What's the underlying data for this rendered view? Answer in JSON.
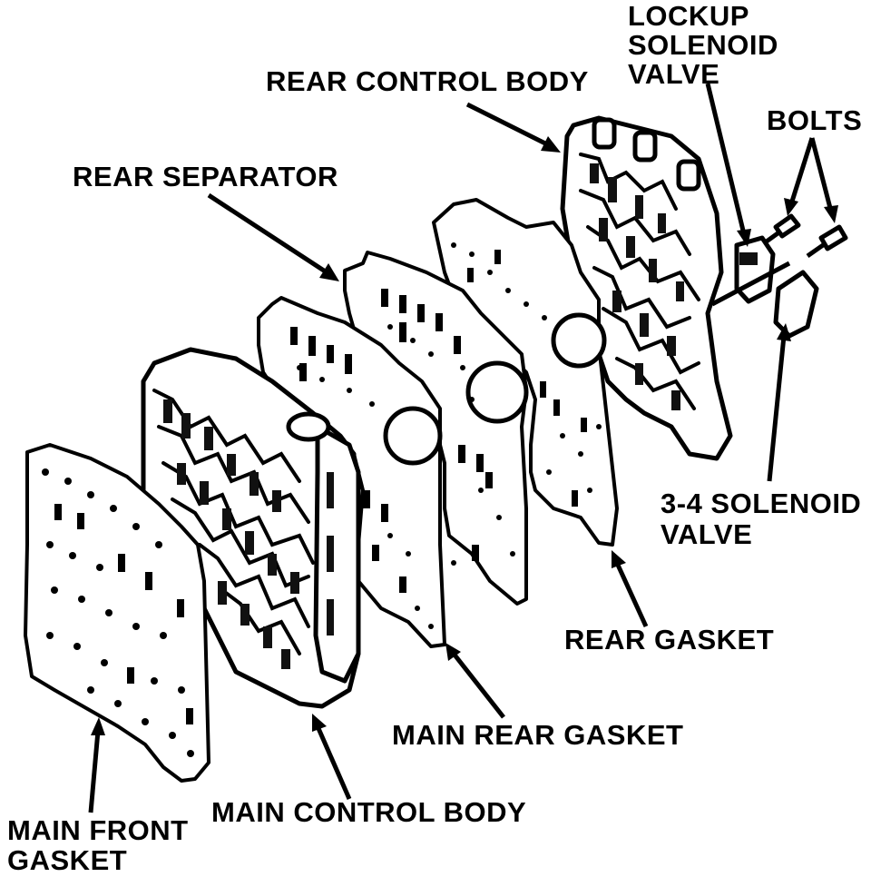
{
  "labels": {
    "rear_control_body": "REAR CONTROL BODY",
    "lockup_solenoid_1": "LOCKUP",
    "lockup_solenoid_2": "SOLENOID",
    "lockup_solenoid_3": "VALVE",
    "bolts": "BOLTS",
    "rear_separator": "REAR SEPARATOR",
    "solenoid_34_1": "3-4 SOLENOID",
    "solenoid_34_2": "VALVE",
    "rear_gasket": "REAR GASKET",
    "main_rear_gasket": "MAIN REAR GASKET",
    "main_control_body": "MAIN CONTROL BODY",
    "main_front_gasket_1": "MAIN FRONT",
    "main_front_gasket_2": "GASKET"
  }
}
